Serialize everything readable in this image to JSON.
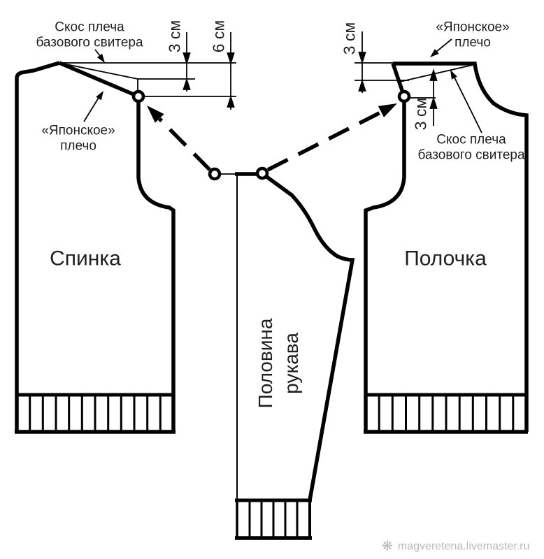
{
  "labels": {
    "back_name": "Спинка",
    "front_name": "Полочка",
    "sleeve_name_line1": "Половина",
    "sleeve_name_line2": "рукава",
    "slope_line1": "Скос плеча",
    "slope_line2": "базового свитера",
    "japanese_line1": "«Японское»",
    "japanese_line2": "плечо",
    "dim_3": "3 см",
    "dim_6": "6 см"
  },
  "watermark": {
    "icon": "❋",
    "text": "magveretena.livemaster.ru"
  },
  "colors": {
    "line": "#000000",
    "text": "#1f1f1f",
    "watermark": "#b9b9b9",
    "background": "#ffffff"
  }
}
